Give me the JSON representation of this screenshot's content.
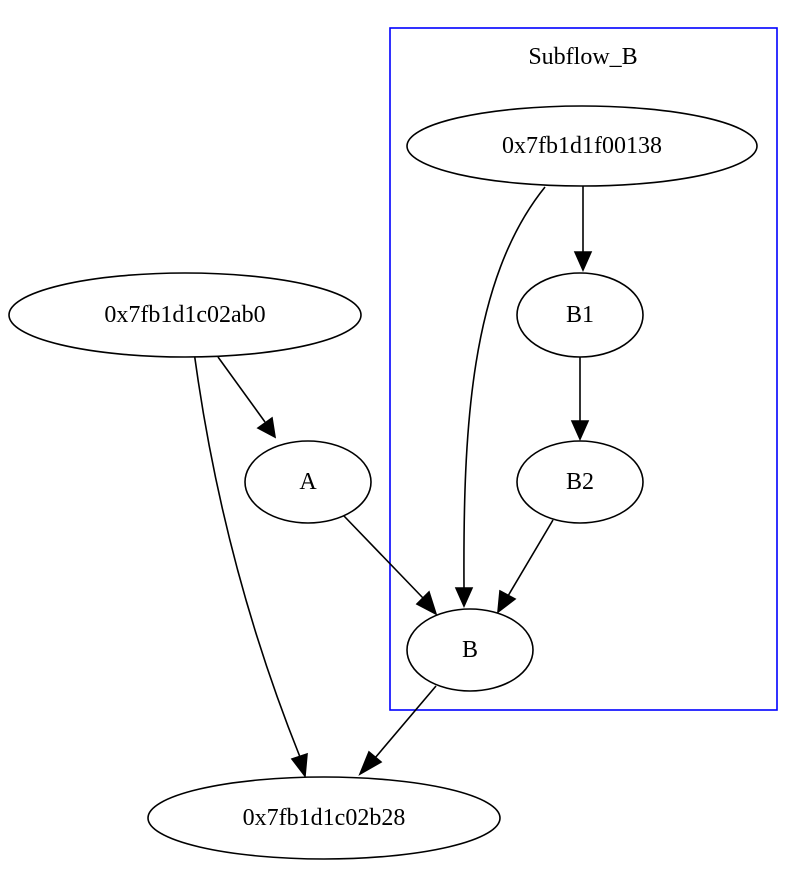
{
  "colors": {
    "cluster_border": "#0000ff",
    "stroke": "#000000",
    "background": "#ffffff"
  },
  "cluster": {
    "label": "Subflow_B"
  },
  "nodes": {
    "n0x7fb1d1f00138": "0x7fb1d1f00138",
    "n0x7fb1d1c02ab0": "0x7fb1d1c02ab0",
    "A": "A",
    "B1": "B1",
    "B2": "B2",
    "B": "B",
    "n0x7fb1d1c02b28": "0x7fb1d1c02b28"
  },
  "edges": [
    {
      "from": "0x7fb1d1f00138",
      "to": "B1"
    },
    {
      "from": "0x7fb1d1f00138",
      "to": "B"
    },
    {
      "from": "B1",
      "to": "B2"
    },
    {
      "from": "B2",
      "to": "B"
    },
    {
      "from": "0x7fb1d1c02ab0",
      "to": "A"
    },
    {
      "from": "0x7fb1d1c02ab0",
      "to": "0x7fb1d1c02b28"
    },
    {
      "from": "A",
      "to": "B"
    },
    {
      "from": "B",
      "to": "0x7fb1d1c02b28"
    }
  ]
}
